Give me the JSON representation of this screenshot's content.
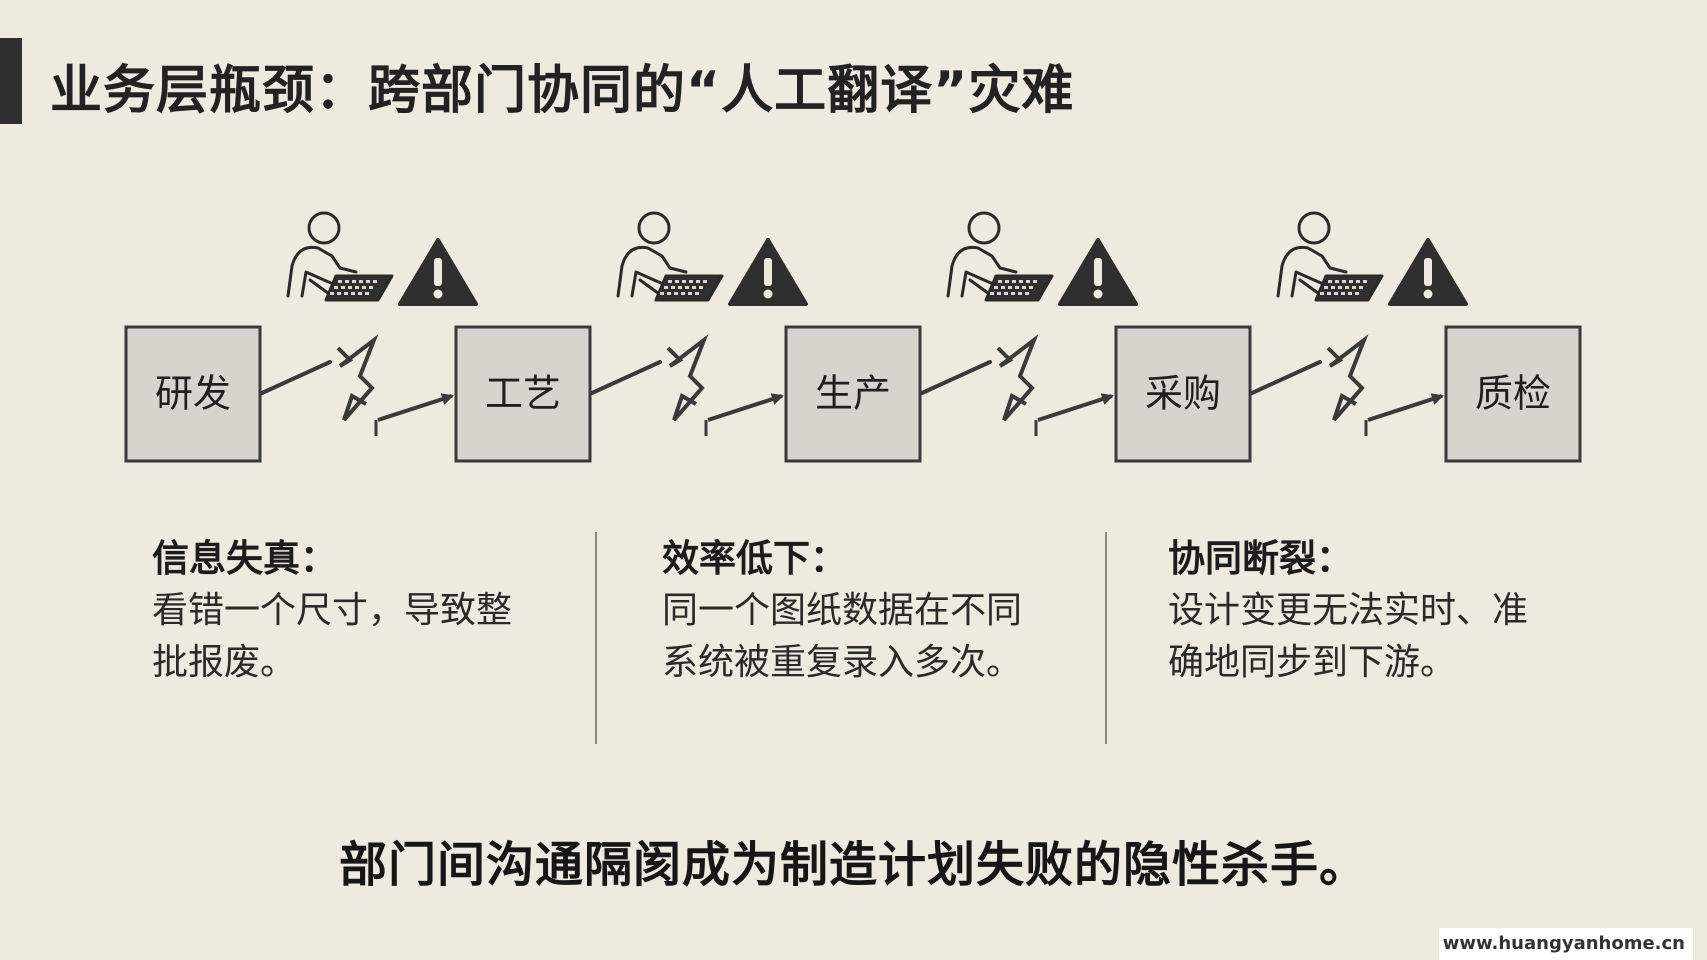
{
  "page_title": "业务层瓶颈：跨部门协同的“人工翻译”灾难",
  "process": {
    "nodes": [
      "研发",
      "工艺",
      "生产",
      "采购",
      "质检"
    ]
  },
  "icons": {
    "operator": "person-at-keyboard-icon",
    "warning": "warning-triangle-icon",
    "broken_link": "broken-arrow-icon"
  },
  "problems": [
    {
      "title": "信息失真：",
      "lines": [
        "看错一个尺寸，导致整",
        "批报废。"
      ]
    },
    {
      "title": "效率低下：",
      "lines": [
        "同一个图纸数据在不同",
        "系统被重复录入多次。"
      ]
    },
    {
      "title": "协同断裂：",
      "lines": [
        "设计变更无法实时、准",
        "确地同步到下游。"
      ]
    }
  ],
  "conclusion": "部门间沟通隔阂成为制造计划失败的隐性杀手。",
  "watermark": "www.huangyanhome.cn",
  "colors": {
    "background": "#efeadf",
    "node_fill": "#d7d4cd",
    "dark": "#2f2f2f"
  }
}
